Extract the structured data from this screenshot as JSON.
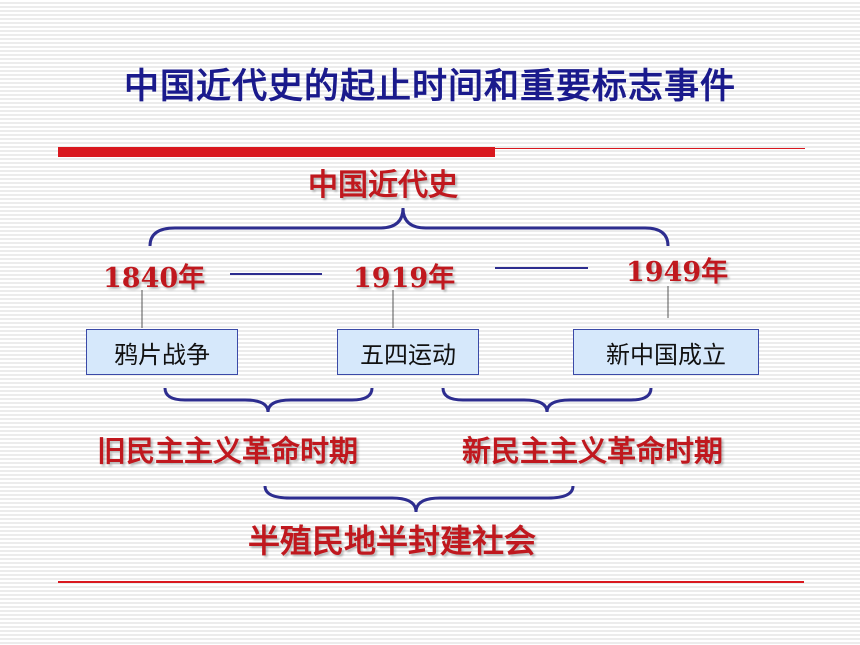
{
  "slide_title": "中国近代史的起止时间和重要标志事件",
  "period_label": "中国近代史",
  "years": [
    "1840年",
    "1919年",
    "1949年"
  ],
  "events": [
    "鸦片战争",
    "五四运动",
    "新中国成立"
  ],
  "phases": [
    "旧民主主义革命时期",
    "新民主主义革命时期"
  ],
  "society_label": "半殖民地半封建社会",
  "colors": {
    "title": "#1a1a8c",
    "accent_red": "#c0181e",
    "brace_blue": "#2d2d8f",
    "box_fill": "#d6e8fb"
  }
}
